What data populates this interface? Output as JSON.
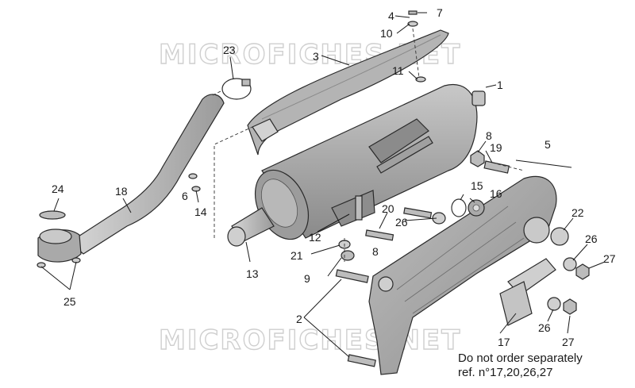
{
  "watermarks": [
    "MICROFICHES.NET",
    "MICROFICHES.NET"
  ],
  "callouts": {
    "c1": "1",
    "c2": "2",
    "c3": "3",
    "c4": "4",
    "c5": "5",
    "c6": "6",
    "c7": "7",
    "c8a": "8",
    "c8b": "8",
    "c9": "9",
    "c10": "10",
    "c11": "11",
    "c12": "12",
    "c13": "13",
    "c14": "14",
    "c15": "15",
    "c16": "16",
    "c17": "17",
    "c18": "18",
    "c19": "19",
    "c20": "20",
    "c21": "21",
    "c22": "22",
    "c23": "23",
    "c24": "24",
    "c25": "25",
    "c26a": "26",
    "c26b": "26",
    "c26c": "26",
    "c27a": "27",
    "c27b": "27"
  },
  "note": {
    "line1": "Do not order separately",
    "line2": "ref. n°17,20,26,27"
  },
  "colors": {
    "part_fill": "#a9a9a9",
    "part_dark": "#7d7d7d",
    "part_light": "#cdcdcd",
    "line": "#1a1a1a",
    "watermark": "#cfcfcf"
  }
}
